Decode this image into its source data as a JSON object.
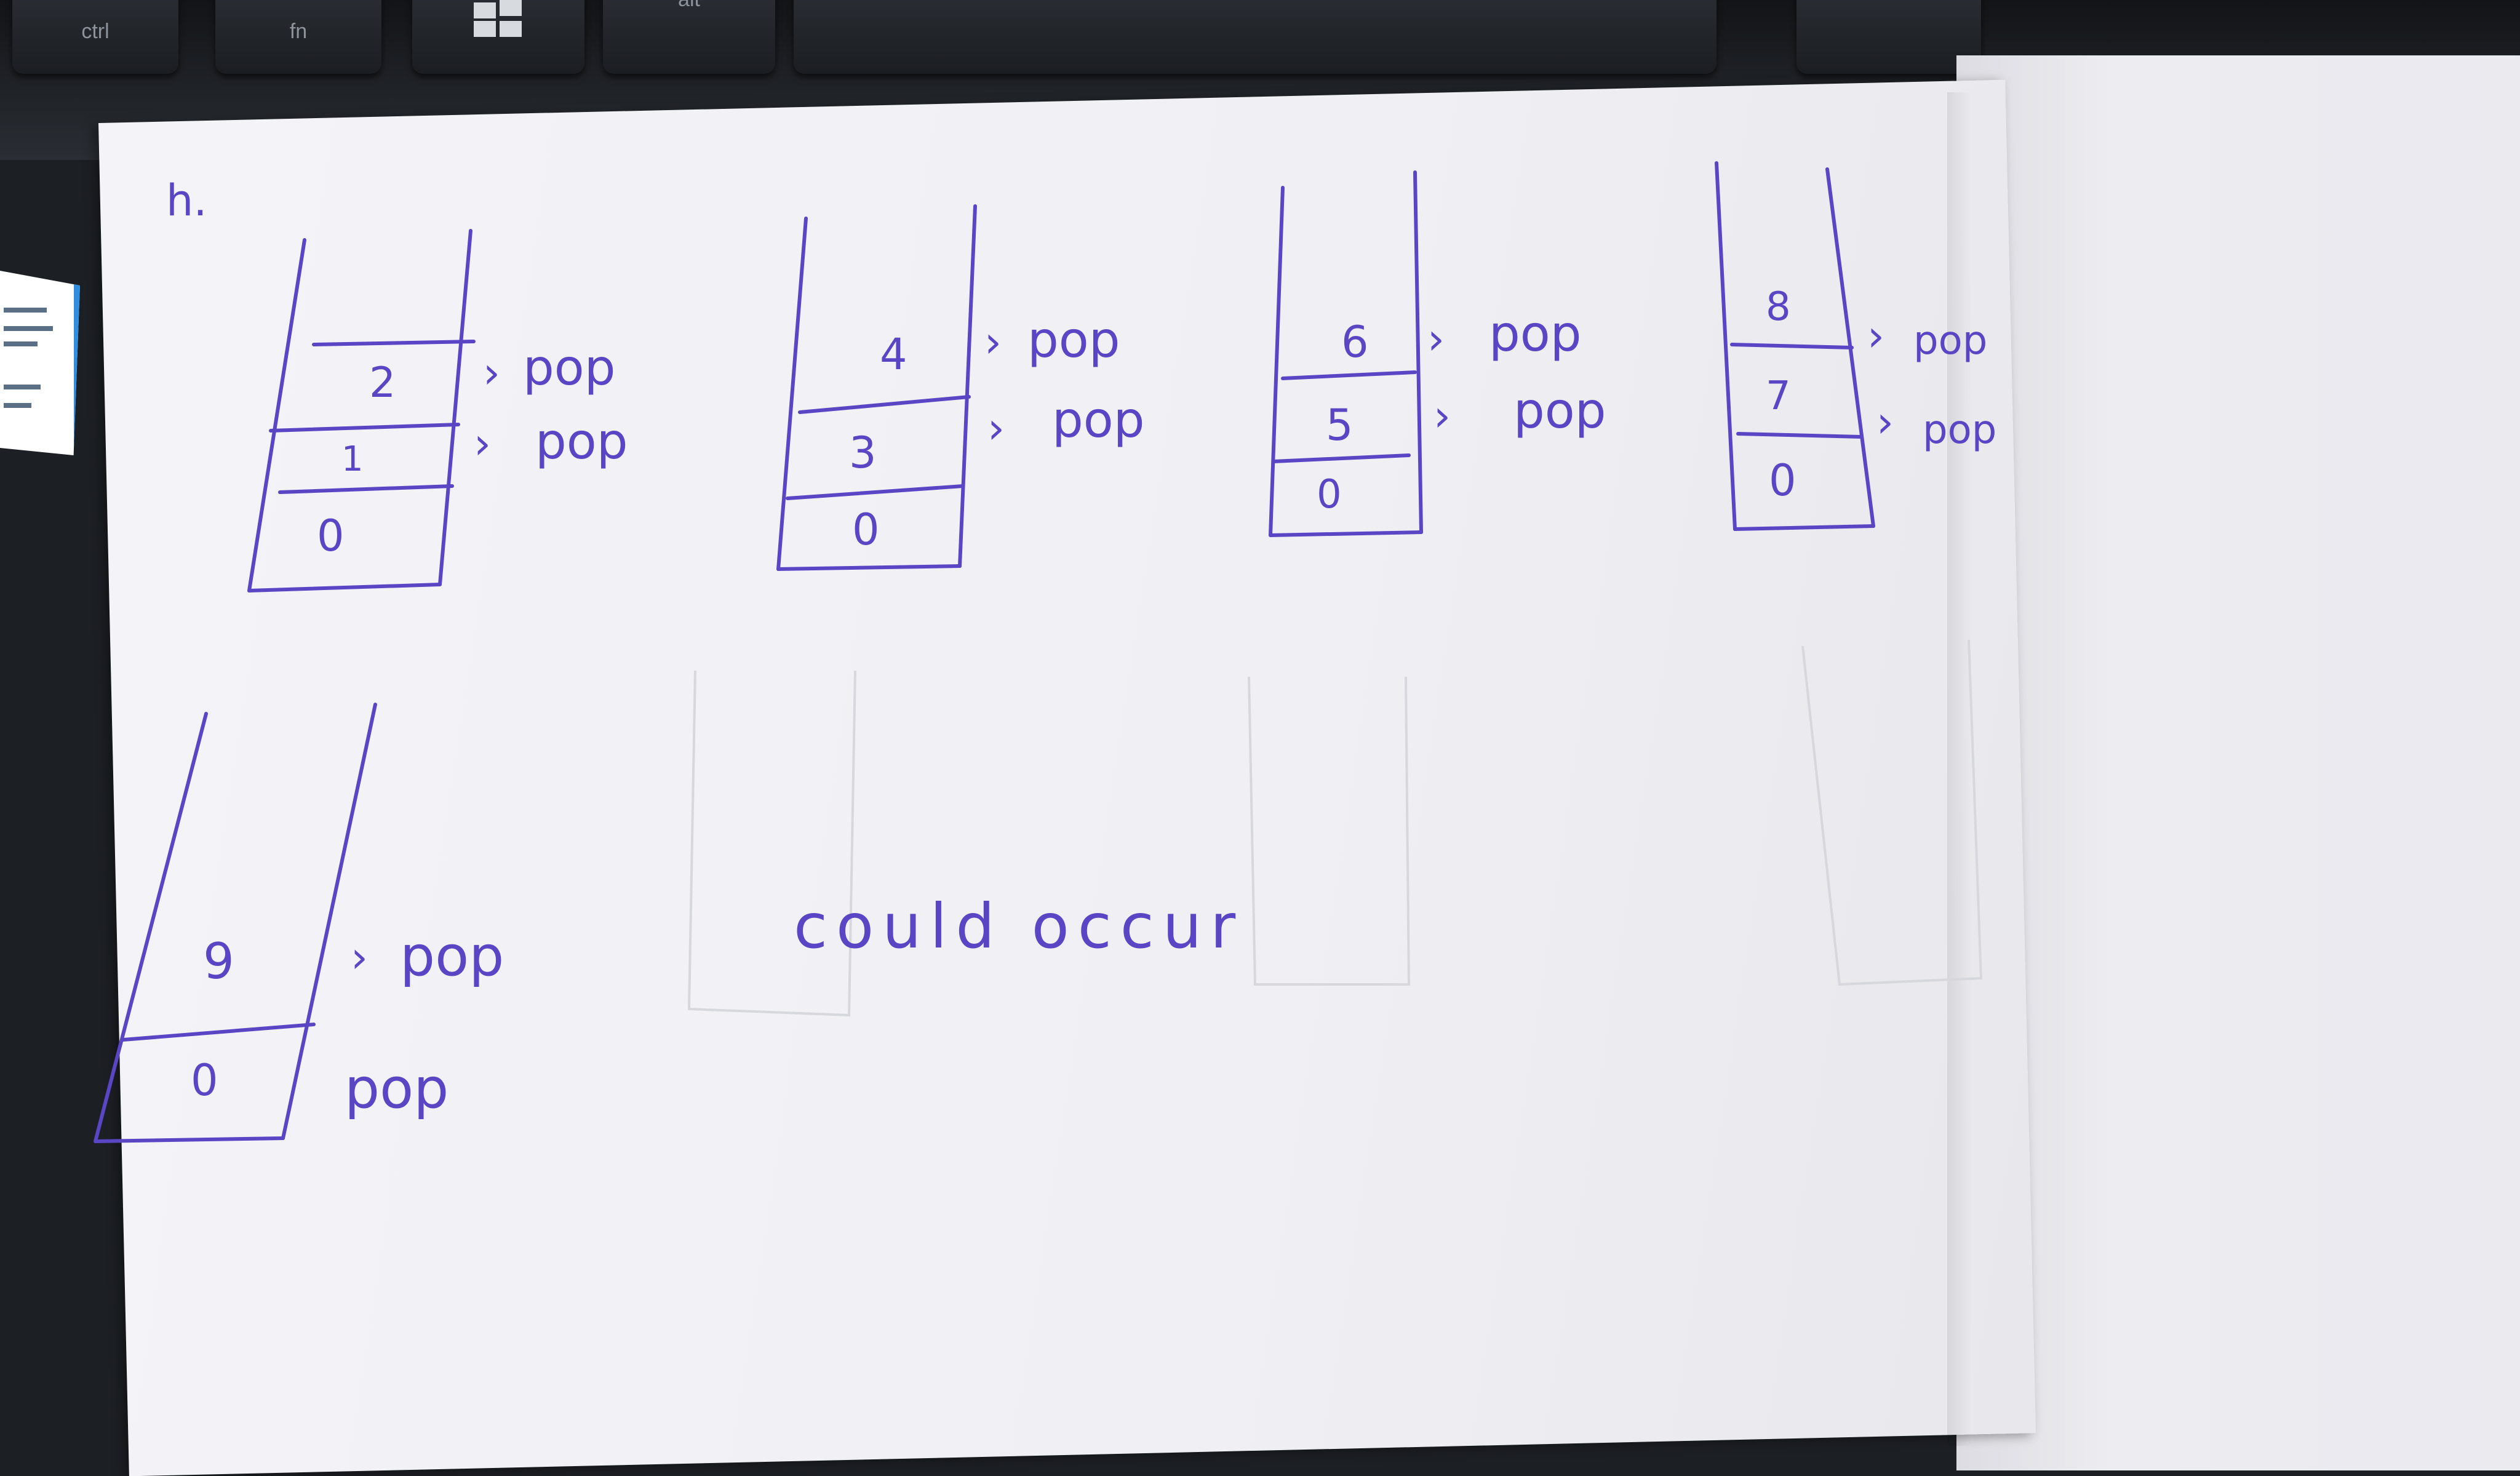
{
  "keyboard": {
    "keys": [
      {
        "label": "ctrl"
      },
      {
        "label": "fn"
      },
      {
        "label": ""
      },
      {
        "label": "alt"
      }
    ]
  },
  "notebook": {
    "heading": "h.",
    "stacks": [
      {
        "cells": [
          "2",
          "1",
          "0"
        ],
        "ops": [
          "pop",
          "pop"
        ]
      },
      {
        "cells": [
          "4",
          "3",
          "0"
        ],
        "ops": [
          "pop",
          "pop"
        ]
      },
      {
        "cells": [
          "6",
          "5",
          "0"
        ],
        "ops": [
          "pop",
          "pop"
        ]
      },
      {
        "cells": [
          "8",
          "7",
          "0"
        ],
        "ops": [
          "pop",
          "pop"
        ]
      },
      {
        "cells": [
          "9",
          "0"
        ],
        "ops": [
          "pop",
          "pop"
        ]
      }
    ],
    "note": "could occur"
  },
  "colors": {
    "ink": "#5a46c4",
    "paper": "#f1f1f5",
    "keyboard": "#1c1f24"
  }
}
